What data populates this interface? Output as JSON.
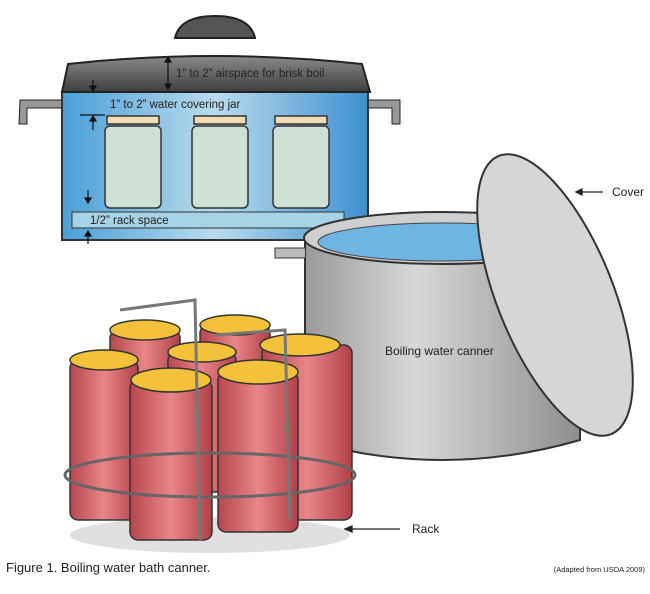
{
  "labels": {
    "airspace": "1” to  2” airspace for brisk boil",
    "water_cover": "1” to  2” water covering jar",
    "rack_space": "1/2” rack space",
    "cover": "Cover",
    "canner": "Boiling water canner",
    "rack": "Rack"
  },
  "caption": "Figure 1. Boiling water bath canner.",
  "source": "(Adapted from USDA 2009)",
  "colors": {
    "water": "#5aa9dc",
    "lid": "#555555",
    "jar_fill": "#f0a9a0",
    "jar_lid": "#f3c23a",
    "pot": "#bdbdbd"
  }
}
